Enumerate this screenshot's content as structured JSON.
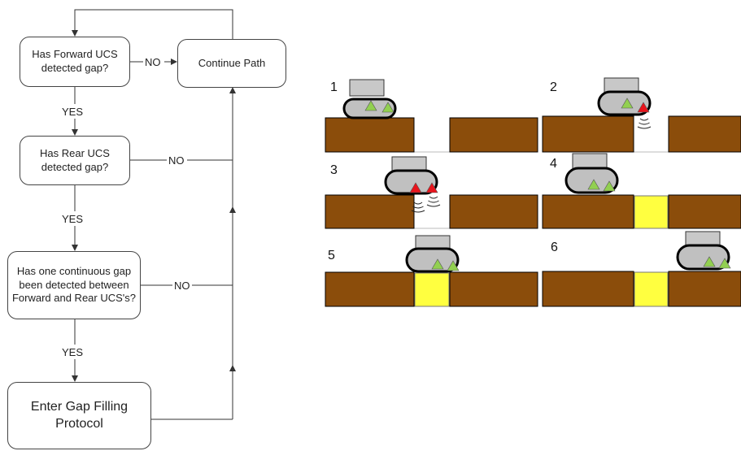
{
  "flowchart": {
    "nodes": [
      {
        "id": "q1",
        "text": "Has Forward UCS\ndetected gap?"
      },
      {
        "id": "continue",
        "text": "Continue Path"
      },
      {
        "id": "q2",
        "text": "Has Rear UCS\ndetected gap?"
      },
      {
        "id": "q3",
        "text": "Has one continuous gap\nbeen detected between\nForward and Rear UCS's?"
      },
      {
        "id": "protocol",
        "text": "Enter Gap Filling\nProtocol"
      }
    ],
    "labels": {
      "yes": "YES",
      "no": "NO"
    }
  },
  "panels": [
    {
      "number": "1",
      "sensor_colors": [
        "green",
        "green"
      ],
      "gap_filled": false,
      "signal": false
    },
    {
      "number": "2",
      "sensor_colors": [
        "green",
        "red"
      ],
      "gap_filled": false,
      "signal": true
    },
    {
      "number": "3",
      "sensor_colors": [
        "red",
        "red"
      ],
      "gap_filled": false,
      "signal": true
    },
    {
      "number": "4",
      "sensor_colors": [
        "green",
        "green"
      ],
      "gap_filled": true,
      "signal": false
    },
    {
      "number": "5",
      "sensor_colors": [
        "green",
        "green"
      ],
      "gap_filled": true,
      "signal": false
    },
    {
      "number": "6",
      "sensor_colors": [
        "green",
        "green"
      ],
      "gap_filled": true,
      "signal": false
    }
  ],
  "colors": {
    "ground": "#8b4d0b",
    "fill": "#ffff40",
    "sensor_green": "#92d050",
    "sensor_red": "#e8141c",
    "robot_body": "#c0c0c0",
    "robot_top": "#c8c8c8",
    "line": "#333333"
  }
}
